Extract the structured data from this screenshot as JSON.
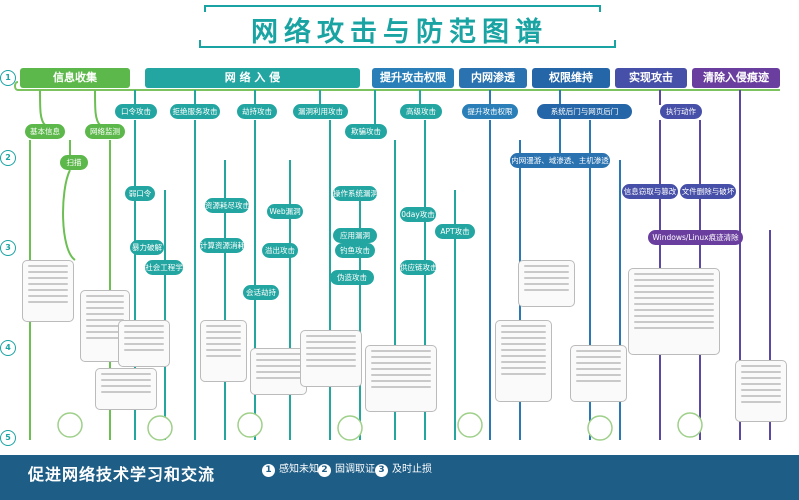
{
  "title": "网络攻击与防范图谱",
  "phases": [
    {
      "label": "信息收集",
      "color": "#5cb84a"
    },
    {
      "label": "网 络 入 侵",
      "color": "#23a6a1"
    },
    {
      "label": "提升攻击权限",
      "color": "#2a7fb8"
    },
    {
      "label": "内网渗透",
      "color": "#2a72b0"
    },
    {
      "label": "权限维持",
      "color": "#2566a8"
    },
    {
      "label": "实现攻击",
      "color": "#4750a8"
    },
    {
      "label": "清除入侵痕迹",
      "color": "#6a3e9e"
    }
  ],
  "nodes": {
    "info_basic": "基本信息",
    "info_monitor": "网络监测",
    "info_scan": "扫描",
    "intr_password": "口令攻击",
    "intr_dos": "拒绝服务攻击",
    "intr_trojan": "劫持攻击",
    "intr_vuln": "漏洞利用攻击",
    "intr_advanced": "高级攻击",
    "intr_deceive": "欺骗攻击",
    "intr_weak": "弱口令",
    "intr_force": "暴力破解",
    "intr_social": "社会工程学",
    "intr_resource": "资源耗尽攻击",
    "intr_calc": "计算资源消耗",
    "intr_session": "会话劫持",
    "intr_web": "Web漏洞",
    "intr_overflow": "溢出攻击",
    "intr_os": "操作系统漏洞",
    "intr_app": "应用漏洞",
    "intr_phish": "钓鱼攻击",
    "intr_fake": "伪造攻击",
    "intr_apt": "APT攻击",
    "intr_0day": "0day攻击",
    "intr_supply": "供应链攻击",
    "priv_up": "提升攻击权限",
    "lat_move": "内网漫游、域渗透、主机渗透",
    "persist_backdoor": "系统后门与网页后门",
    "exec_action": "执行动作",
    "exec_file": "信息窃取与篡改",
    "exec_destroy": "文件删除与破坏",
    "clean_logs": "Windows/Linux痕迹清除"
  },
  "footer": {
    "slogan": "促进网络技术学习和交流",
    "items": [
      {
        "num": "1",
        "label": "感知未知"
      },
      {
        "num": "2",
        "label": "固调取证"
      },
      {
        "num": "3",
        "label": "及时止损"
      }
    ]
  },
  "side_numbers": [
    "1",
    "2",
    "3",
    "4",
    "5"
  ]
}
